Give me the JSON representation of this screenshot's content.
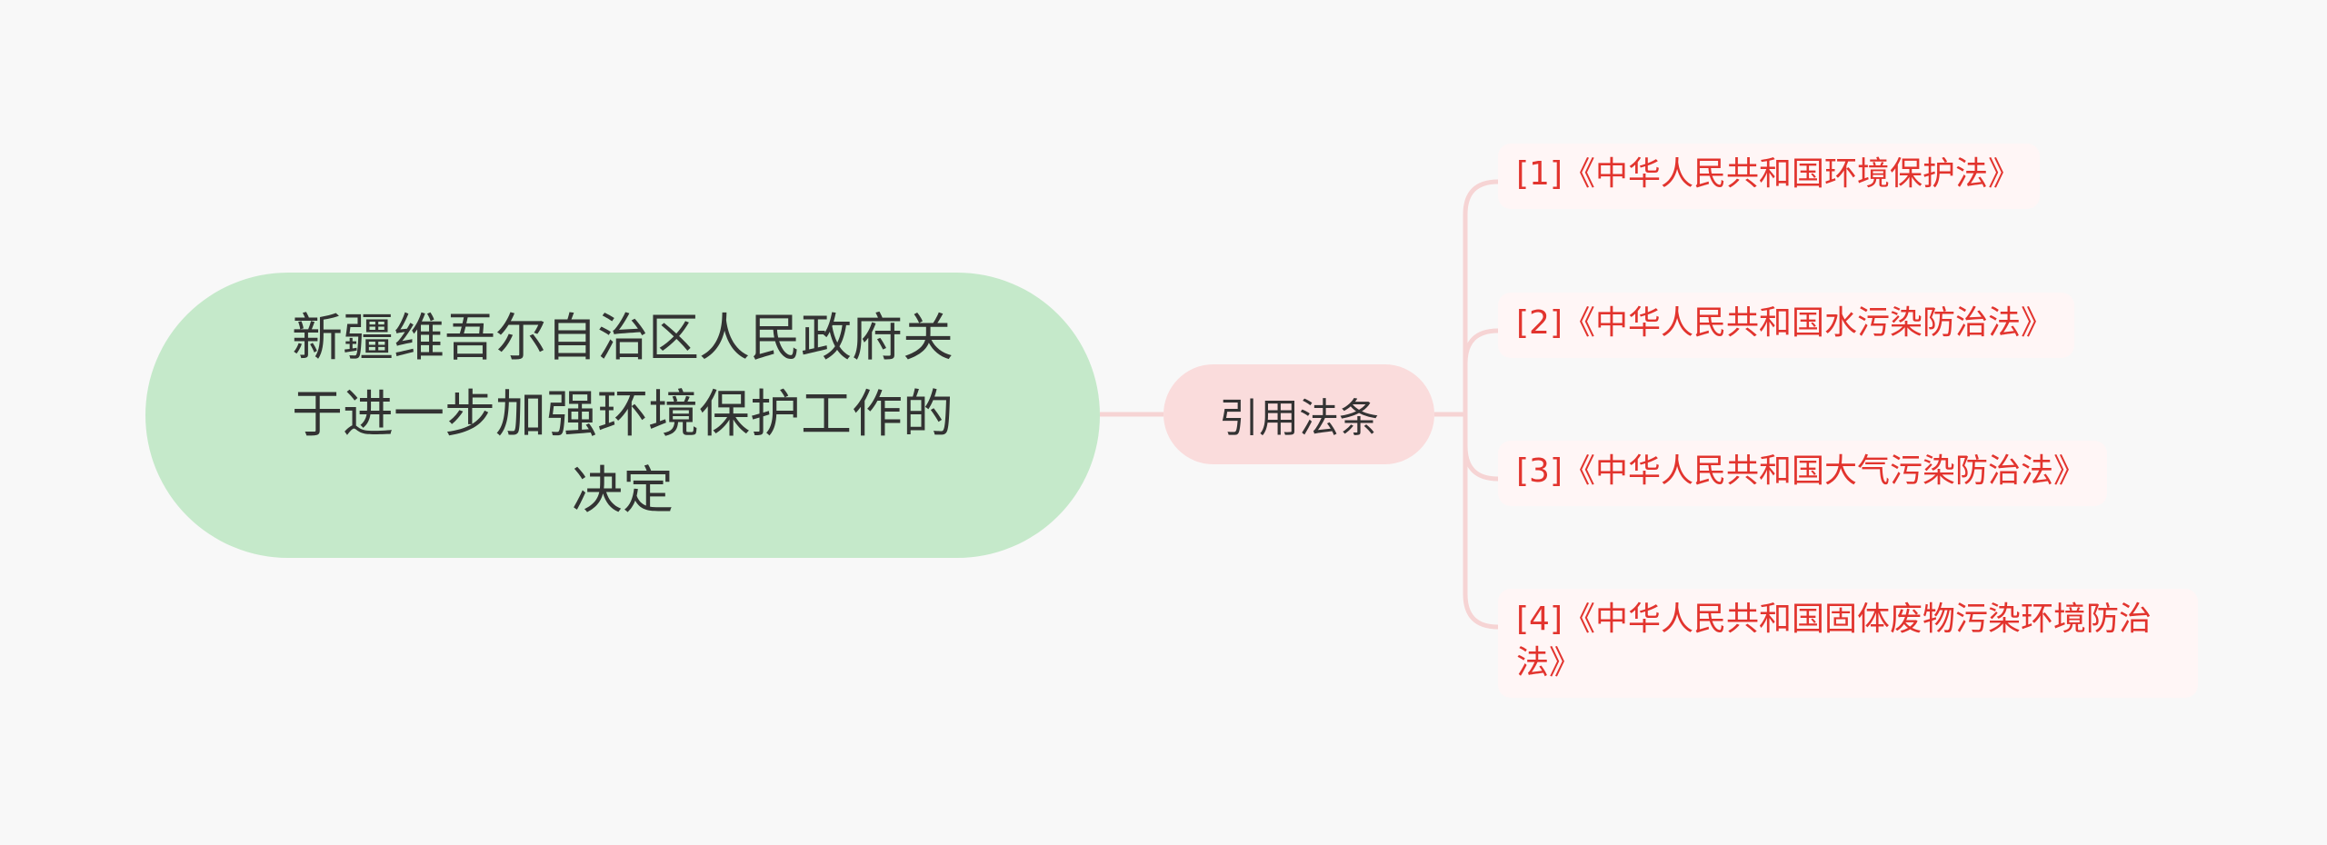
{
  "root": {
    "label": "新疆维吾尔自治区人民政府关于进一步加强环境保护工作的决定"
  },
  "branch": {
    "label": "引用法条"
  },
  "leaves": [
    {
      "label": "[1]《中华人民共和国环境保护法》"
    },
    {
      "label": "[2]《中华人民共和国水污染防治法》"
    },
    {
      "label": "[3]《中华人民共和国大气污染防治法》"
    },
    {
      "label": "[4]《中华人民共和国固体废物污染环境防治法》"
    }
  ],
  "colors": {
    "root_fill": "#c5e9ca",
    "branch_fill": "#fadcdc",
    "leaf_fill": "#fff6f6",
    "leaf_text": "#e2342e",
    "connector": "#f6d4d4"
  }
}
